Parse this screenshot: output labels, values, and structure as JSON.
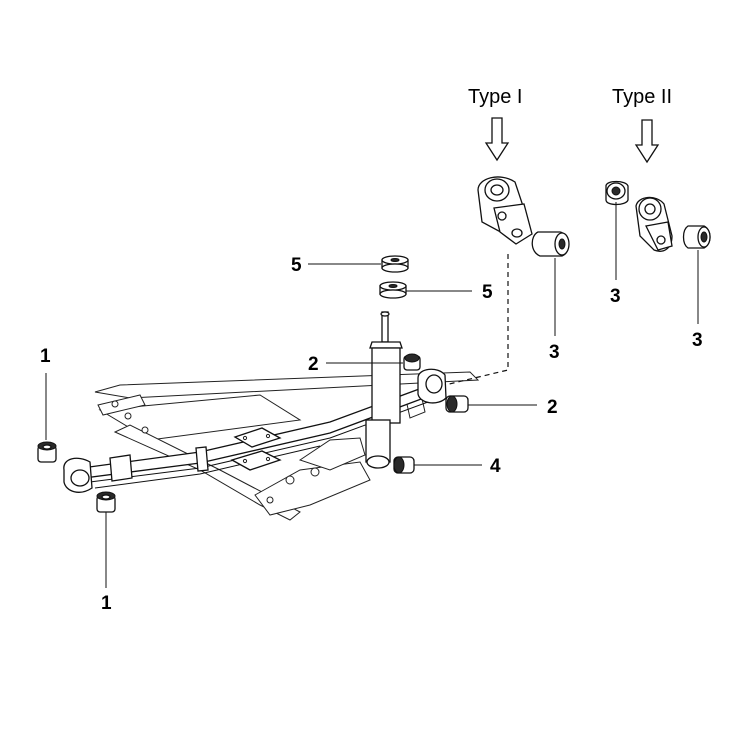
{
  "types": {
    "type1": "Type I",
    "type2": "Type II"
  },
  "callouts": {
    "c1a": "1",
    "c1b": "1",
    "c2a": "2",
    "c2b": "2",
    "c3a": "3",
    "c3b": "3",
    "c3c": "3",
    "c4": "4",
    "c5a": "5",
    "c5b": "5"
  },
  "icons": {
    "type1_arrow": "down-arrow-icon",
    "type2_arrow": "down-arrow-icon"
  }
}
